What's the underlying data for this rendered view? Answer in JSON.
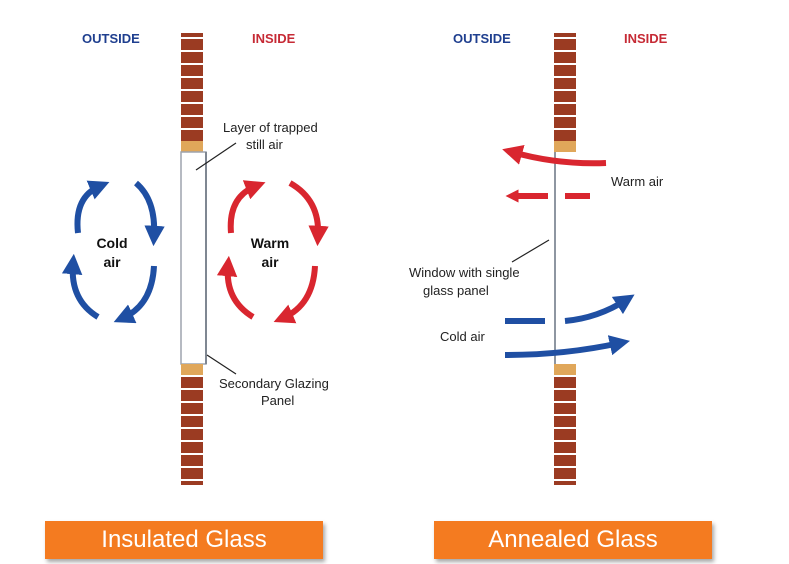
{
  "colors": {
    "outside_blue": "#1f3f8f",
    "inside_red": "#c62a35",
    "warm_arrow": "#d9262f",
    "cold_arrow": "#1f4fa3",
    "brick": "#9b3b22",
    "mortar": "#ffffff",
    "frame_gold": "#e0a75a",
    "banner_orange": "#f47b20"
  },
  "left_panel": {
    "outside_label": "OUTSIDE",
    "inside_label": "INSIDE",
    "trapped_air_line1": "Layer of trapped",
    "trapped_air_line2": "still air",
    "cold_air_line1": "Cold",
    "cold_air_line2": "air",
    "warm_air_line1": "Warm",
    "warm_air_line2": "air",
    "secondary_line1": "Secondary Glazing",
    "secondary_line2": "Panel",
    "banner": "Insulated Glass"
  },
  "right_panel": {
    "outside_label": "OUTSIDE",
    "inside_label": "INSIDE",
    "warm_air": "Warm air",
    "window_line1": "Window with single",
    "window_line2": "glass panel",
    "cold_air": "Cold air",
    "banner": "Annealed Glass"
  }
}
